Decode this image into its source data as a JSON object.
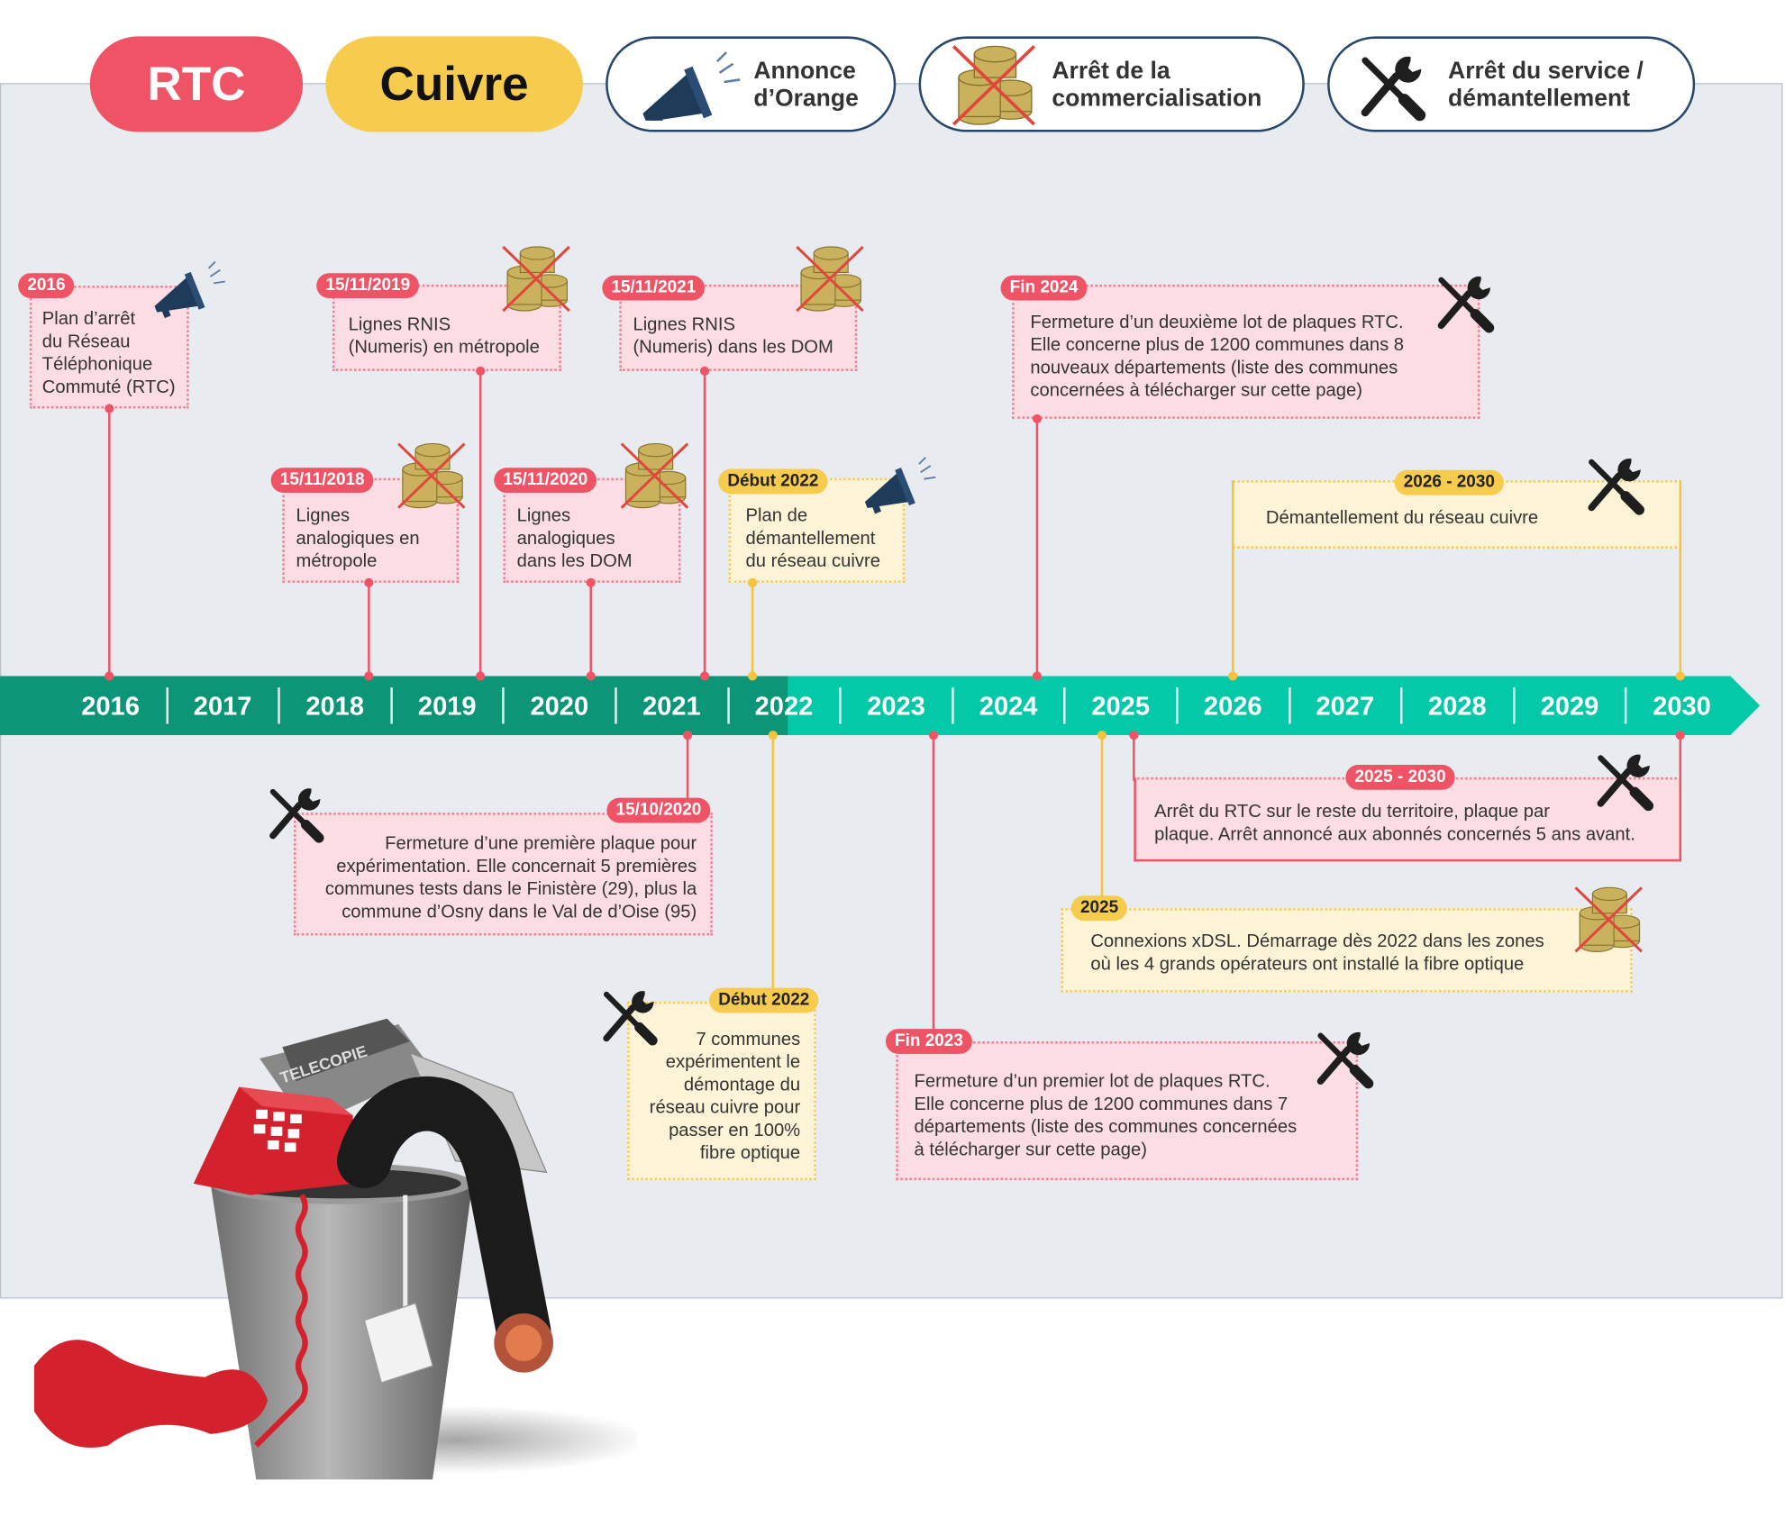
{
  "legend": {
    "rtc": "RTC",
    "cuivre": "Cuivre",
    "announce": "Annonce\nd’Orange",
    "stop_sales": "Arrêt de la\ncommercialisation",
    "stop_service": "Arrêt du service /\ndémantellement"
  },
  "colors": {
    "rtc": "#ef5466",
    "cuivre": "#f7cb4d",
    "timeline_dark": "#0d9578",
    "timeline_light": "#04c9a9",
    "legend_border": "#26476b"
  },
  "timeline": {
    "years": [
      "2016",
      "2017",
      "2018",
      "2019",
      "2020",
      "2021",
      "2022",
      "2023",
      "2024",
      "2025",
      "2026",
      "2027",
      "2028",
      "2029",
      "2030"
    ]
  },
  "events": [
    {
      "tag": "2016",
      "text": "Plan d’arrêt\ndu Réseau\nTéléphonique\nCommuté (RTC)",
      "icon": "megaphone-icon"
    },
    {
      "tag": "15/11/2018",
      "text": "Lignes\nanalogiques en\nmétropole",
      "icon": "coins-crossed-icon"
    },
    {
      "tag": "15/11/2019",
      "text": "Lignes RNIS\n(Numeris) en métropole",
      "icon": "coins-crossed-icon"
    },
    {
      "tag": "15/11/2020",
      "text": "Lignes\nanalogiques\ndans les DOM",
      "icon": "coins-crossed-icon"
    },
    {
      "tag": "15/11/2021",
      "text": "Lignes RNIS\n(Numeris) dans les DOM",
      "icon": "coins-crossed-icon"
    },
    {
      "tag": "Début 2022",
      "text": "Plan de\ndémantellement\ndu réseau cuivre",
      "icon": "megaphone-icon"
    },
    {
      "tag": "Fin 2024",
      "text": "Fermeture d’un deuxième lot de plaques RTC.\nElle concerne plus de 1200 communes dans 8\nnouveaux départements (liste des communes\nconcernées à télécharger sur cette page)",
      "icon": "tools-icon"
    },
    {
      "tag": "2026 - 2030",
      "text": "Démantellement du réseau cuivre",
      "icon": "tools-icon"
    },
    {
      "tag": "15/10/2020",
      "text": "Fermeture d’une première plaque pour\nexpérimentation. Elle concernait 5 premières\ncommunes tests dans le Finistère (29), plus la\ncommune d’Osny dans le Val de d’Oise (95)",
      "icon": "tools-icon"
    },
    {
      "tag": "Début 2022",
      "text": "7 communes\nexpérimentent le\ndémontage du\nréseau cuivre pour\npasser en 100%\nfibre optique",
      "icon": "tools-icon"
    },
    {
      "tag": "Fin 2023",
      "text": "Fermeture d’un premier lot de plaques RTC.\nElle concerne plus de 1200 communes dans 7\ndépartements (liste des communes concernées\nà télécharger sur cette page)",
      "icon": "tools-icon"
    },
    {
      "tag": "2025 - 2030",
      "text": "Arrêt du RTC sur le reste du territoire, plaque par\nplaque. Arrêt annoncé aux abonnés concernés 5 ans avant.",
      "icon": "tools-icon"
    },
    {
      "tag": "2025",
      "text": "Connexions xDSL. Démarrage dès 2022 dans les zones\noù les 4 grands opérateurs ont installé la fibre optique",
      "icon": "coins-crossed-icon"
    }
  ],
  "illustration": {
    "fax_label": "TELECOPIE",
    "icon": "trash-bin-old-phones-icon"
  }
}
